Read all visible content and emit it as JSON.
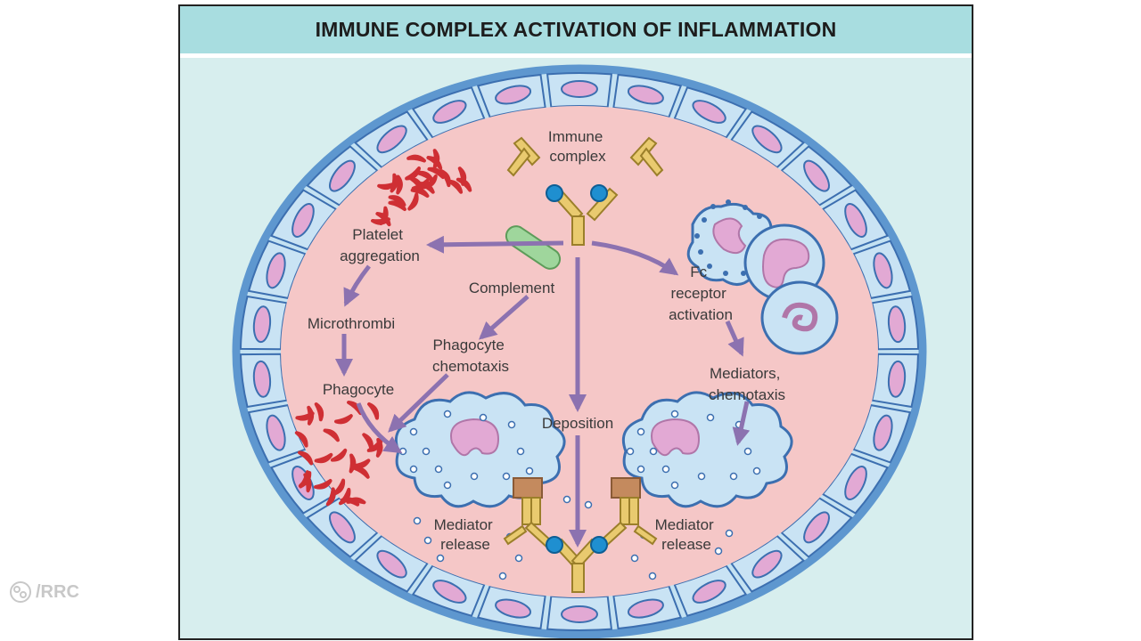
{
  "title": "IMMUNE COMPLEX ACTIVATION OF INFLAMMATION",
  "labels": {
    "immune_complex": [
      "Immune",
      "complex"
    ],
    "platelet_aggregation": [
      "Platelet",
      "aggregation"
    ],
    "complement": "Complement",
    "fc_receptor_activation": [
      "Fc",
      "receptor",
      "activation"
    ],
    "microthrombi": "Microthrombi",
    "phagocyte_chemotaxis": [
      "Phagocyte",
      "chemotaxis"
    ],
    "phagocyte": "Phagocyte",
    "mediators_chemotaxis": [
      "Mediators,",
      "chemotaxis"
    ],
    "deposition": "Deposition",
    "mediator_release_left": [
      "Mediator",
      "release"
    ],
    "mediator_release_right": [
      "Mediator",
      "release"
    ]
  },
  "watermark": "/RRC",
  "colors": {
    "title_bar": "#a8dde0",
    "background": "#d7eeee",
    "vessel_wall": "#5e97cf",
    "lumen": "#f5c7c7",
    "endothelial_cell": "#c9e3f4",
    "nucleus": "#e2a9d4",
    "arrow": "#8c72b0",
    "antibody": "#e9ca6f",
    "antigen": "#1f8fd0",
    "red_cell": "#cf2f34",
    "complement": "#9fd69c",
    "receptor": "#c48a5e"
  }
}
